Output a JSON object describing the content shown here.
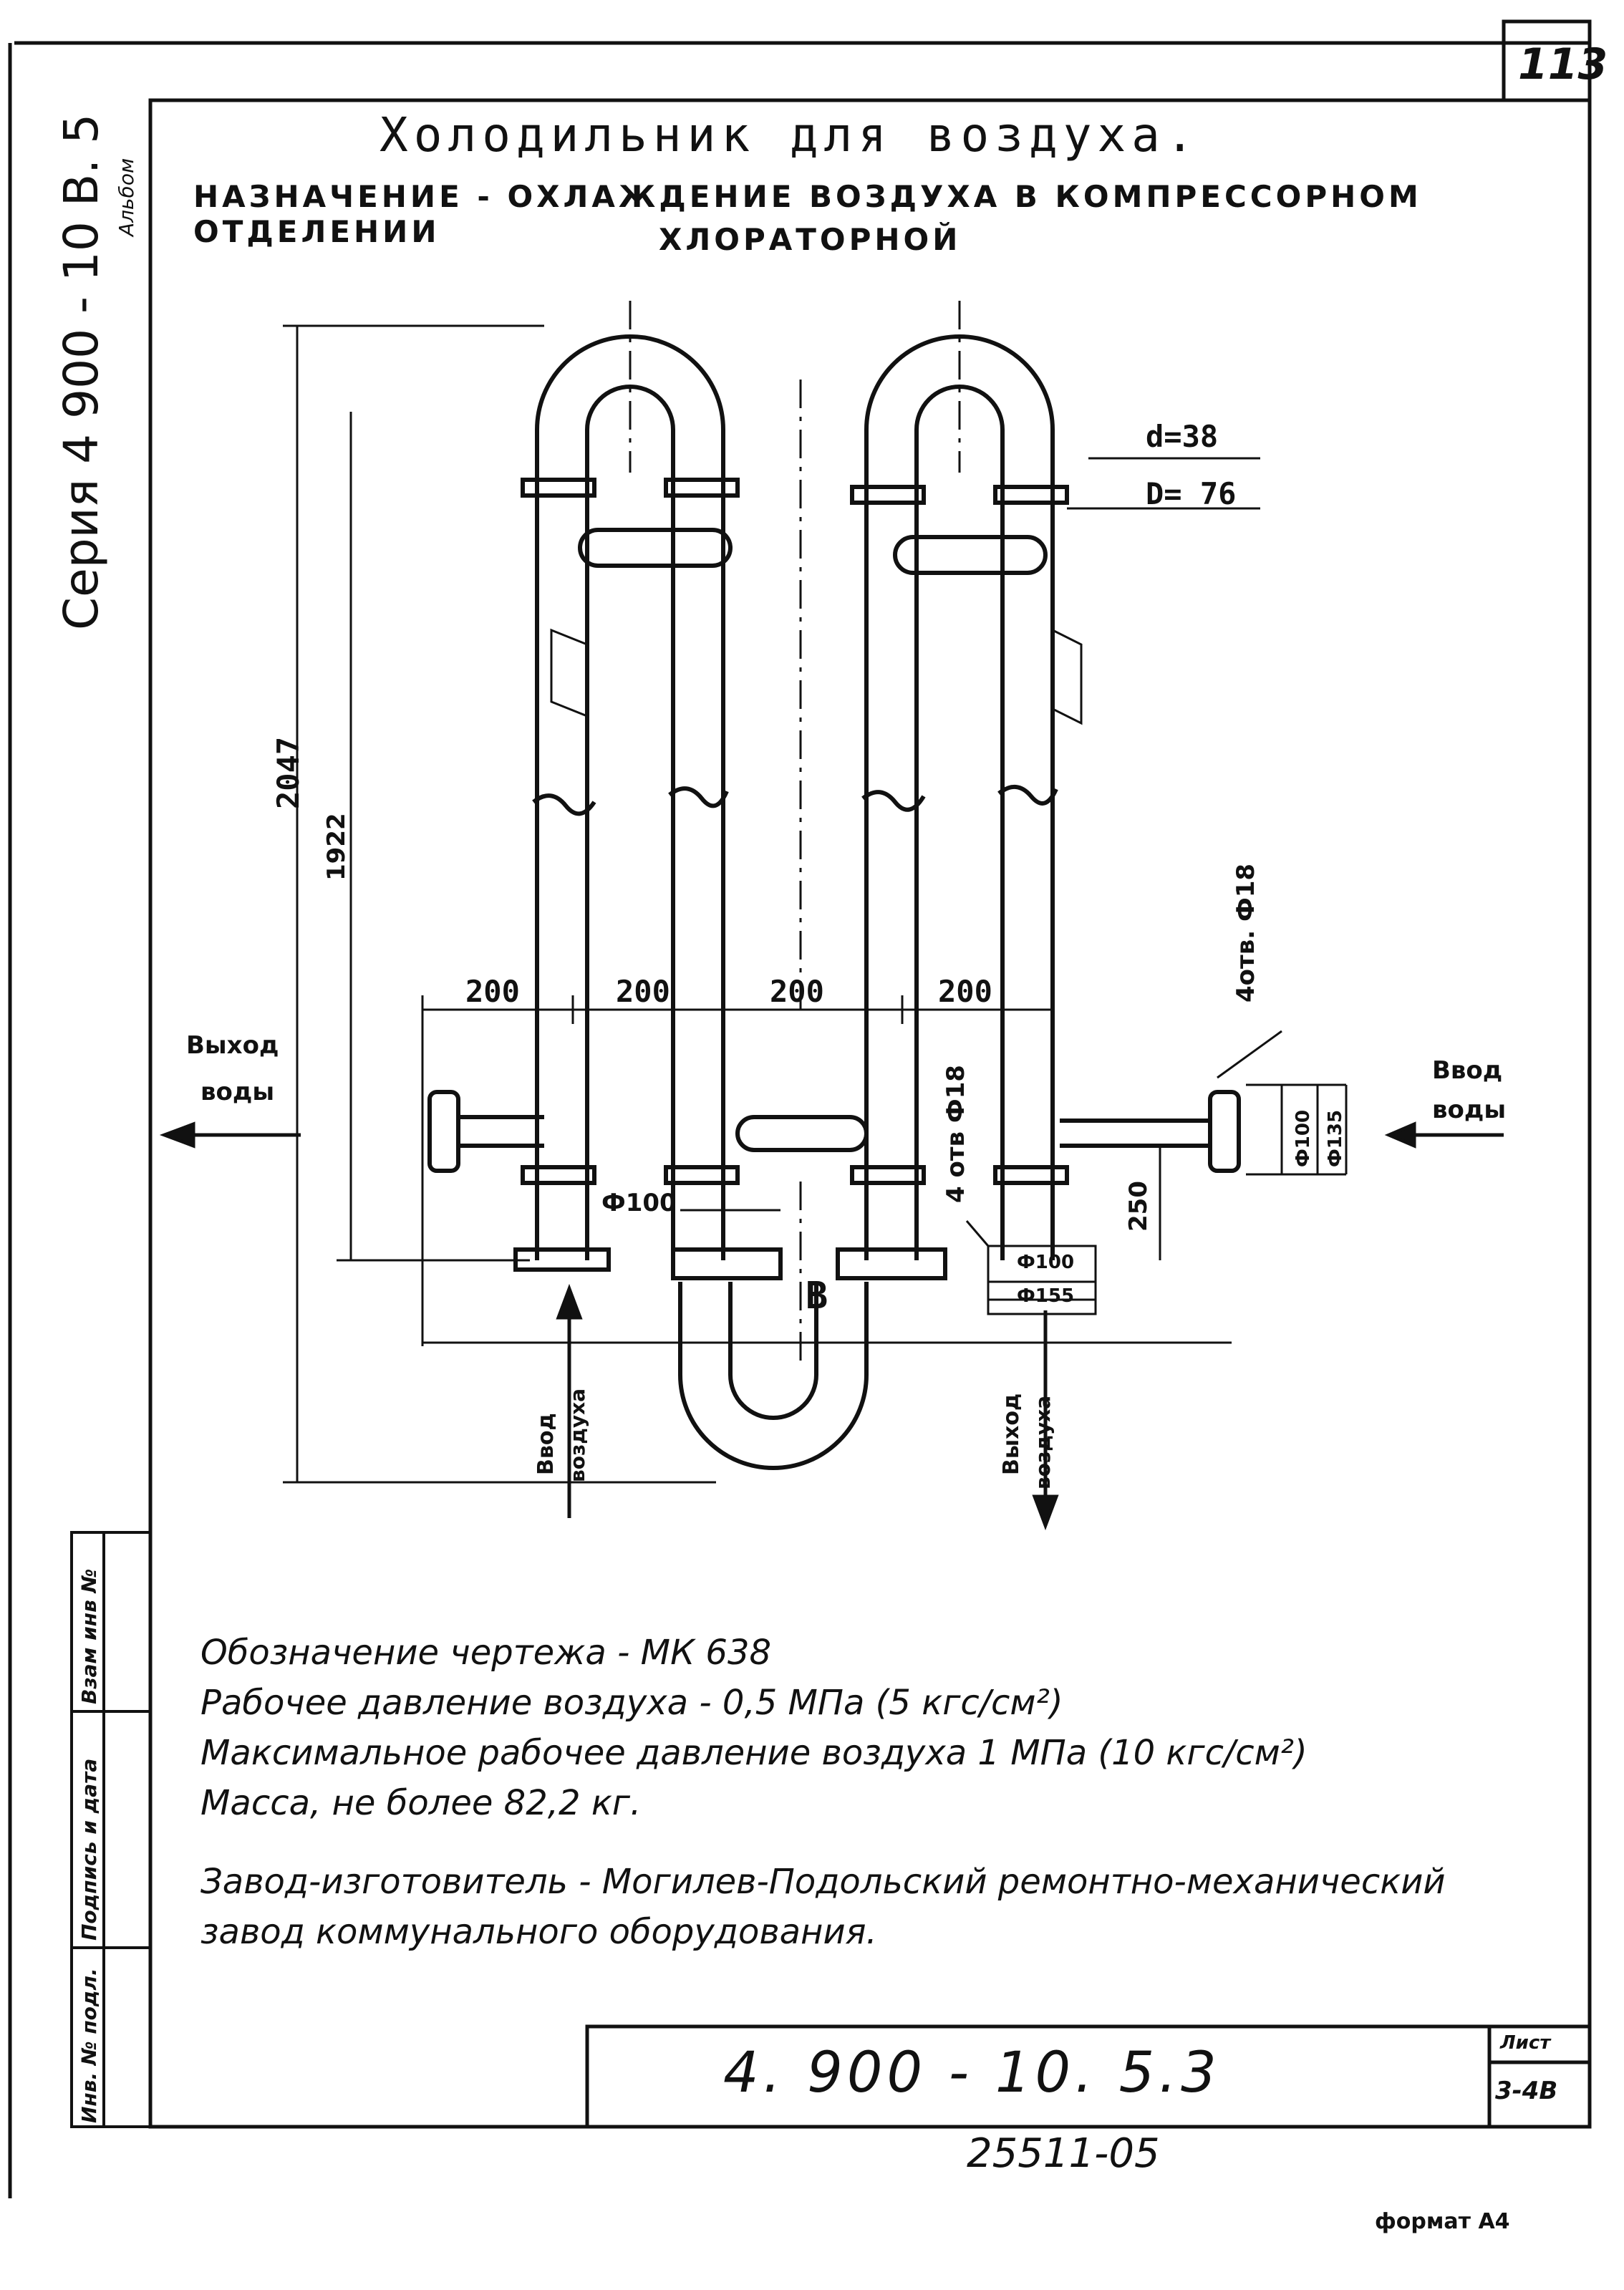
{
  "sheet": {
    "page_number": "113",
    "series_label": "Серия 4 900 - 10 В. 5",
    "album_label": "Альбом"
  },
  "header": {
    "title": "Холодильник для воздуха.",
    "purpose_line1": "НАЗНАЧЕНИЕ - ОХЛАЖДЕНИЕ ВОЗДУХА В КОМПРЕССОРНОМ ОТДЕЛЕНИИ",
    "purpose_line2": "ХЛОРАТОРНОЙ"
  },
  "dimensions": {
    "d_inner": "d=38",
    "d_outer": "D= 76",
    "height_total": "2047",
    "height_inner": "1922",
    "spacing": [
      "200",
      "200",
      "200",
      "200"
    ],
    "holes_top": "4отв. Ф18",
    "holes_mid": "4 отв Ф18",
    "phi100_left": "Ф100",
    "phi100_mid": "Ф100",
    "phi155": "Ф155",
    "phi100_right": "Ф100",
    "phi135_right": "Ф135",
    "offset_250": "250",
    "view_letter": "В"
  },
  "labels": {
    "water_out_1": "Выход",
    "water_out_2": "воды",
    "water_in_1": "Ввод",
    "water_in_2": "воды",
    "air_in_1": "Ввод",
    "air_in_2": "воздуха",
    "air_out_1": "Выход",
    "air_out_2": "воздуха"
  },
  "notes": {
    "line1": "Обозначение чертежа - МК 638",
    "line2": "Рабочее давление воздуха - 0,5 МПа (5 кгс/см²)",
    "line3": "Максимальное рабочее давление воздуха 1 МПа (10 кгс/см²)",
    "line4": "Масса, не более 82,2 кг.",
    "line5": "Завод-изготовитель - Могилев-Подольский ремонтно-механический",
    "line6": "завод коммунального оборудования."
  },
  "stamp": {
    "col1": "Инв. № подл.",
    "col2": "Подпись и дата",
    "col3": "Взам инв №"
  },
  "title_block": {
    "code": "4. 900 - 10. 5.3",
    "sheet_label": "Лист",
    "sheet_number": "3-4В"
  },
  "footer": {
    "handwritten": "25511-05",
    "format": "формат А4"
  }
}
